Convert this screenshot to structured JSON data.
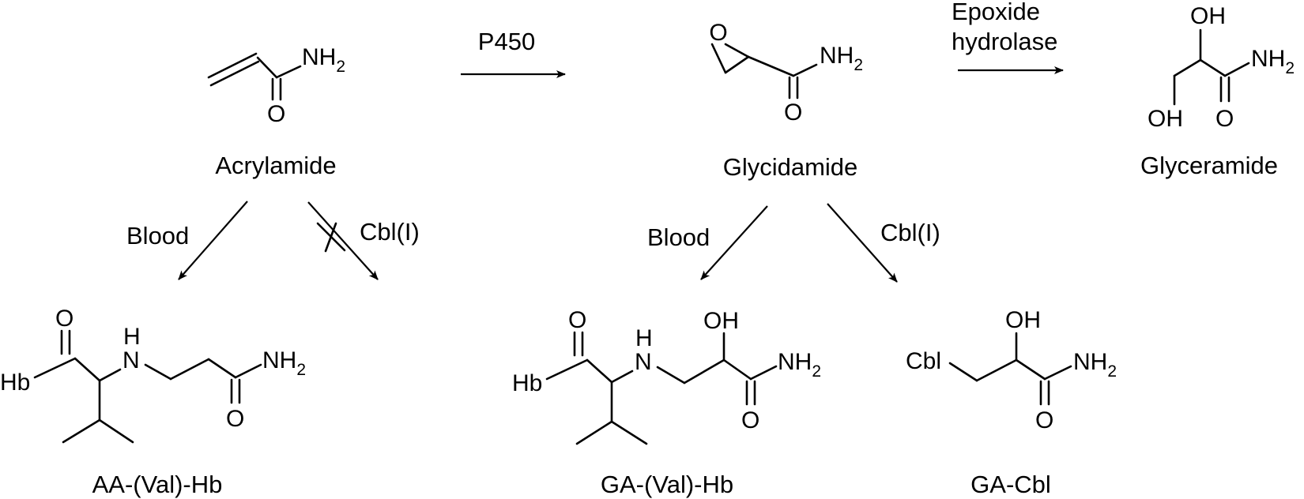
{
  "compounds": {
    "acrylamide": "Acrylamide",
    "glycidamide": "Glycidamide",
    "glyceramide": "Glyceramide",
    "aa_val_hb": "AA-(Val)-Hb",
    "ga_val_hb": "GA-(Val)-Hb",
    "ga_cbl": "GA-Cbl"
  },
  "arrows": {
    "p450": "P450",
    "epoxide_line1": "Epoxide",
    "epoxide_line2": "hydrolase",
    "blood_aa": "Blood",
    "cbl_aa": "Cbl(I)",
    "blood_ga": "Blood",
    "cbl_ga": "Cbl(I)"
  },
  "atoms": {
    "nh": "NH",
    "two": "2",
    "o": "O",
    "oh": "OH",
    "h": "H",
    "n": "N",
    "hb": "Hb",
    "cbl": "Cbl"
  },
  "blocked_reaction": "Acrylamide + Cbl(I)"
}
